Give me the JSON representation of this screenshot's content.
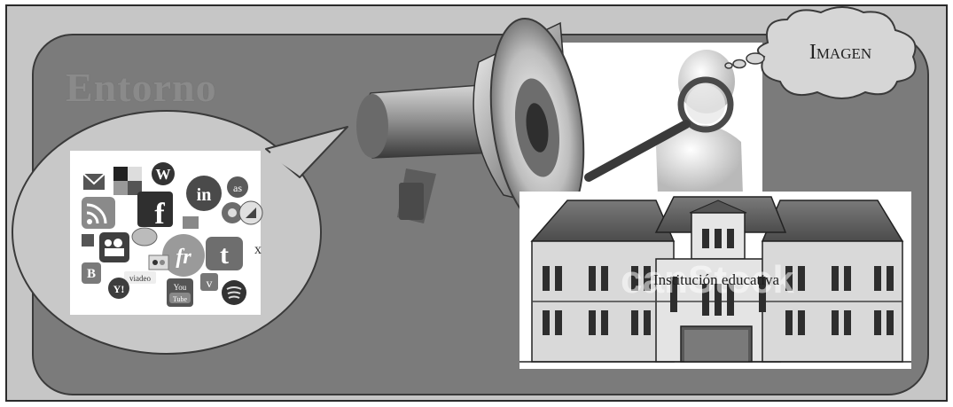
{
  "env_label": "Entorno",
  "bubble_label": "Imagen",
  "school_label": "Institución educativa",
  "watermark": "canStock",
  "social_icons": [
    {
      "name": "gmail-icon",
      "glyph": "M"
    },
    {
      "name": "delicious-icon",
      "glyph": ""
    },
    {
      "name": "wordpress-icon",
      "glyph": "W"
    },
    {
      "name": "rss-icon",
      "glyph": ""
    },
    {
      "name": "facebook-icon",
      "glyph": "f"
    },
    {
      "name": "linkedin-icon",
      "glyph": "in"
    },
    {
      "name": "lastfm-icon",
      "glyph": "as"
    },
    {
      "name": "myspace-icon",
      "glyph": ""
    },
    {
      "name": "friendfeed-icon",
      "glyph": "fr"
    },
    {
      "name": "twitter-icon",
      "glyph": "t"
    },
    {
      "name": "blogger-icon",
      "glyph": "B"
    },
    {
      "name": "viadeo-icon",
      "glyph": "viadeo"
    },
    {
      "name": "youtube-icon",
      "glyph": "You Tube"
    },
    {
      "name": "vimeo-icon",
      "glyph": "v"
    },
    {
      "name": "xing-icon",
      "glyph": "X"
    },
    {
      "name": "yahoo-icon",
      "glyph": "Y!"
    }
  ]
}
